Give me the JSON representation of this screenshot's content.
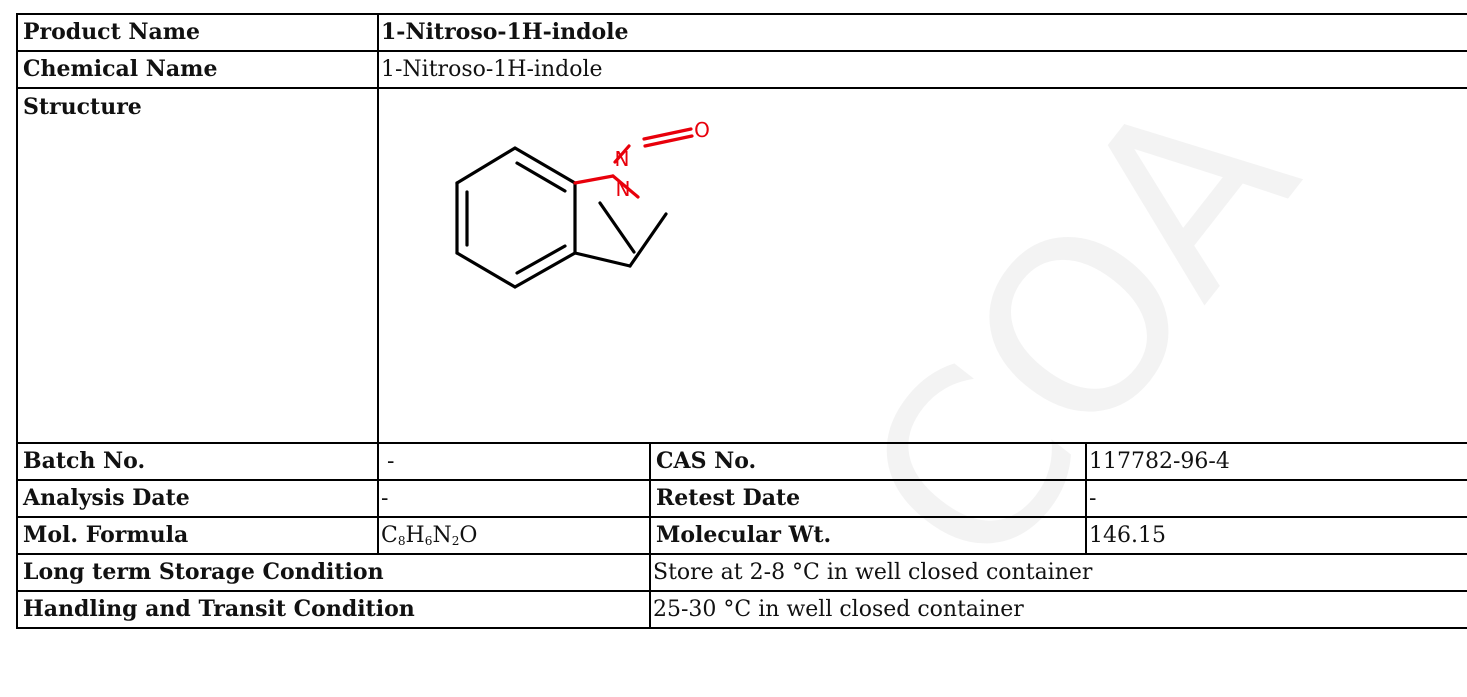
{
  "watermark": "COA",
  "rows": {
    "product_name": {
      "label": "Product Name",
      "value": "1-Nitroso-1H-indole"
    },
    "chemical_name": {
      "label": "Chemical Name",
      "value": "1-Nitroso-1H-indole"
    },
    "structure": {
      "label": "Structure",
      "atoms": {
        "nitroso_n": "N",
        "oxygen": "O",
        "ring_n": "N"
      }
    },
    "batch_no": {
      "label": "Batch No.",
      "value": "-"
    },
    "cas_no": {
      "label": "CAS No.",
      "value": "117782-96-4"
    },
    "analysis_date": {
      "label": "Analysis Date",
      "value": "-"
    },
    "retest_date": {
      "label": "Retest Date",
      "value": "-"
    },
    "mol_formula": {
      "label": "Mol. Formula",
      "value": {
        "c": "C",
        "c_n": "8",
        "h": "H",
        "h_n": "6",
        "n": "N",
        "n_n": "2",
        "o": "O"
      }
    },
    "molecular_wt": {
      "label": "Molecular Wt.",
      "value": "146.15"
    },
    "long_term_storage": {
      "label": "Long term Storage Condition",
      "value": "Store at 2-8 °C in well closed container"
    },
    "handling_transit": {
      "label": "Handling and Transit Condition",
      "value": "25-30 °C in well closed container"
    }
  },
  "colors": {
    "bond": "#000000",
    "heteroatom": "#e8000b",
    "border": "#000000"
  }
}
